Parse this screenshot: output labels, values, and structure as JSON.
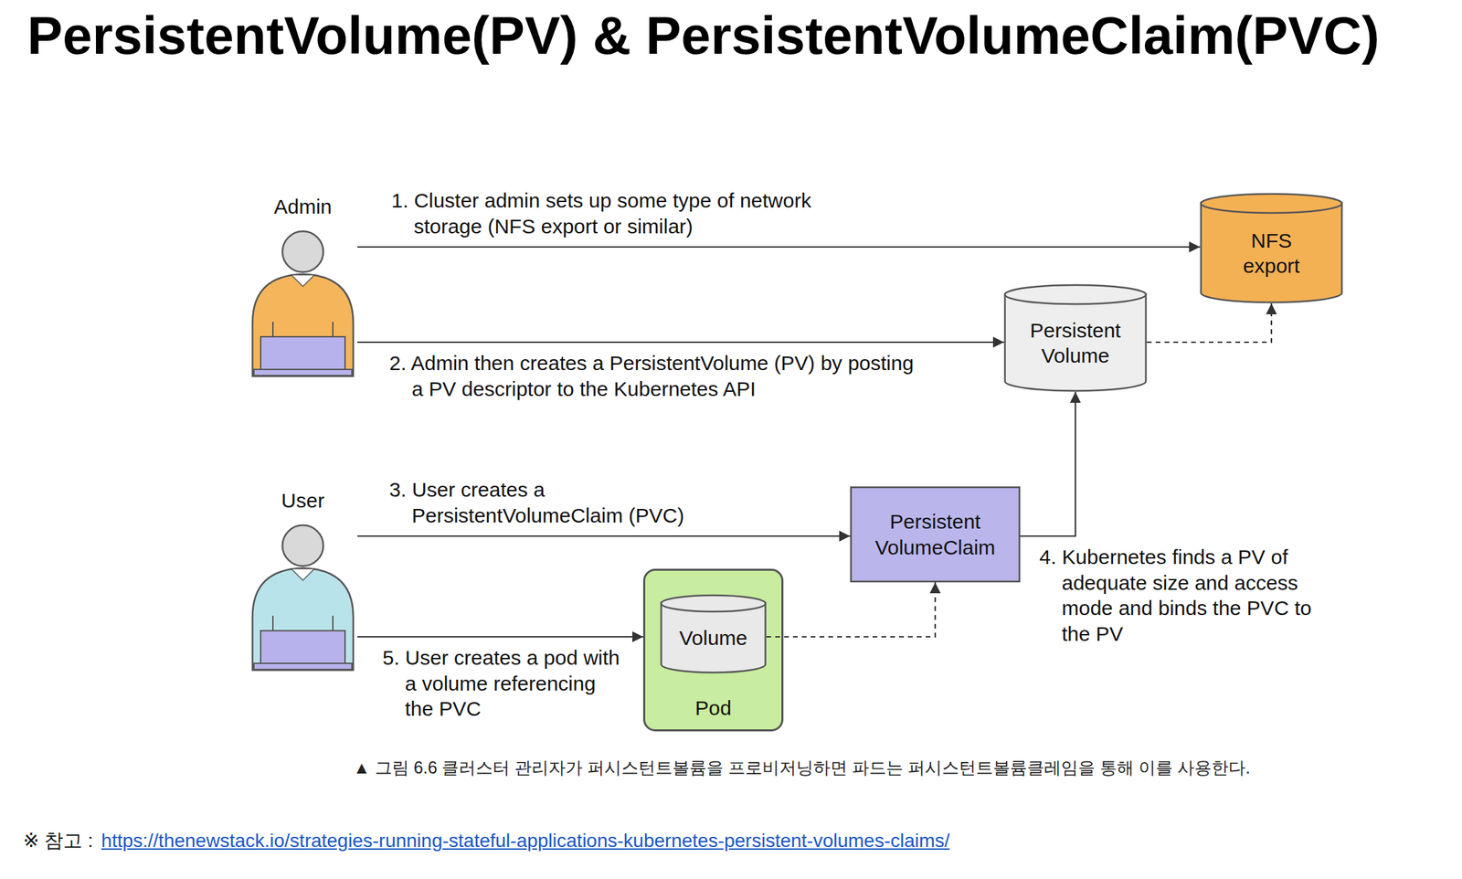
{
  "diagram": {
    "title": "PersistentVolume(PV) & PersistentVolumeClaim(PVC)",
    "caption": "▲ 그림 6.6 클러스터 관리자가 퍼시스턴트볼륨을 프로비저닝하면 파드는 퍼시스턴트볼륨클레임을 통해 이를 사용한다.",
    "nodes": [
      {
        "text": [
          "Admin"
        ]
      },
      {
        "text": [
          "NFS export"
        ]
      },
      {
        "text": [
          "Persistent Volume"
        ]
      },
      {
        "text": [
          "User"
        ]
      },
      {
        "text": [
          "Persistent VolumeClaim"
        ]
      },
      {
        "text": [
          "Pod"
        ]
      },
      {
        "text": [
          "Volume"
        ],
        "in": 5
      }
    ],
    "edges": [
      {
        "from": 0,
        "to": 1,
        "arrow": "to",
        "label": "1. Cluster admin sets up some type of network storage (NFS export or similar)"
      },
      {
        "from": 0,
        "to": 2,
        "arrow": "to",
        "label": "2. Admin then creates a PersistentVolume (PV) by posting a PV descriptor to the Kubernetes API"
      },
      {
        "from": 2,
        "to": 1,
        "arrow": "to"
      },
      {
        "from": 3,
        "to": 4,
        "arrow": "to",
        "label": "3. User creates a PersistentVolumeClaim (PVC)"
      },
      {
        "from": 4,
        "to": 2,
        "arrow": "to"
      },
      {
        "from": 3,
        "to": 5,
        "arrow": "to",
        "label": "5. User creates a pod with a volume referencing the PVC"
      },
      {
        "from": 6,
        "to": 4,
        "arrow": "to"
      }
    ],
    "labels": [
      "4. Kubernetes finds a PV of adequate size and access mode and binds the PVC to the PV",
      "※ 참고 :",
      "https://thenewstack.io/strategies-running-stateful-applications-kubernetes-persistent-volumes-claims/"
    ]
  }
}
